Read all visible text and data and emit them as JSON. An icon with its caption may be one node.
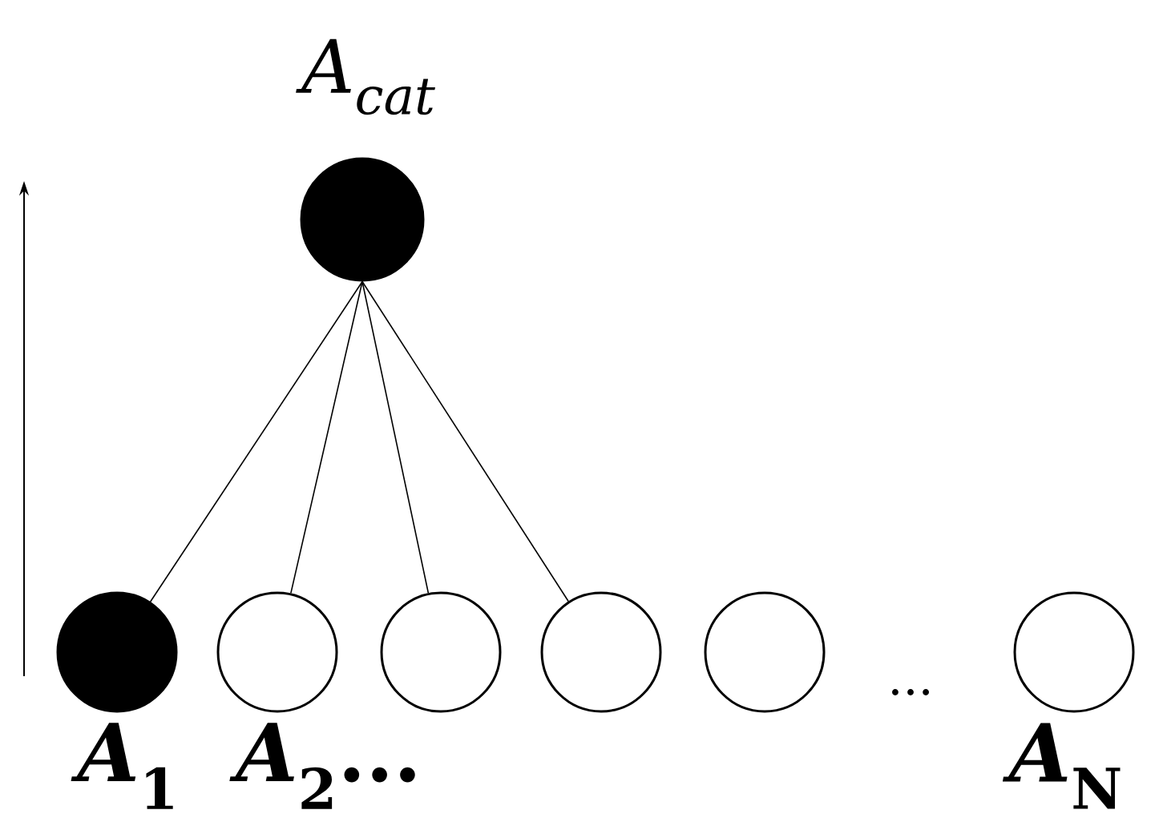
{
  "diagram": {
    "nodes": [
      {
        "text": [
          "A$_{cat}$"
        ]
      },
      {
        "text": [
          "*A*$_{1}$"
        ]
      },
      {
        "text": [
          "*A*$_{2}$..."
        ]
      },
      {
        "text": [],
        "shape": "circle"
      },
      {
        "text": [],
        "shape": "circle"
      },
      {
        "text": [],
        "shape": "circle"
      },
      {
        "text": [
          "*A*$_{N}$"
        ]
      }
    ],
    "edges": [
      {
        "from": 0,
        "to": 1,
        "arrow": "none"
      },
      {
        "from": 0,
        "to": 2,
        "arrow": "none"
      },
      {
        "from": 0,
        "to": 3,
        "arrow": "none"
      },
      {
        "from": 0,
        "to": 4,
        "arrow": "none"
      }
    ],
    "labels": [
      "..."
    ]
  }
}
